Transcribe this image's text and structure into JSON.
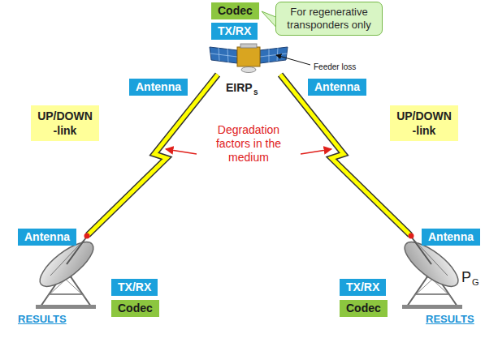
{
  "diagram": {
    "nodes": [
      {
        "text": [
          "Codec"
        ]
      },
      {
        "text": [
          "For regenerative transponders only"
        ]
      },
      {
        "text": [
          "TX/RX"
        ]
      },
      {
        "text": [
          "Antenna"
        ]
      },
      {
        "text": [
          "Antenna"
        ]
      },
      {
        "text": [
          "UP/DOWN -link"
        ]
      },
      {
        "text": [
          "UP/DOWN -link"
        ]
      },
      {
        "text": [
          "Antenna"
        ]
      },
      {
        "text": [
          "Antenna"
        ]
      },
      {
        "text": [
          "TX/RX"
        ]
      },
      {
        "text": [
          "TX/RX"
        ]
      },
      {
        "text": [
          "Codec"
        ]
      },
      {
        "text": [
          "Codec"
        ]
      }
    ],
    "labels": [
      "Feeder loss",
      "EIRP",
      "s",
      "Degradation factors in the medium",
      "RESULTS",
      "P",
      "G",
      "RESULTS"
    ]
  }
}
